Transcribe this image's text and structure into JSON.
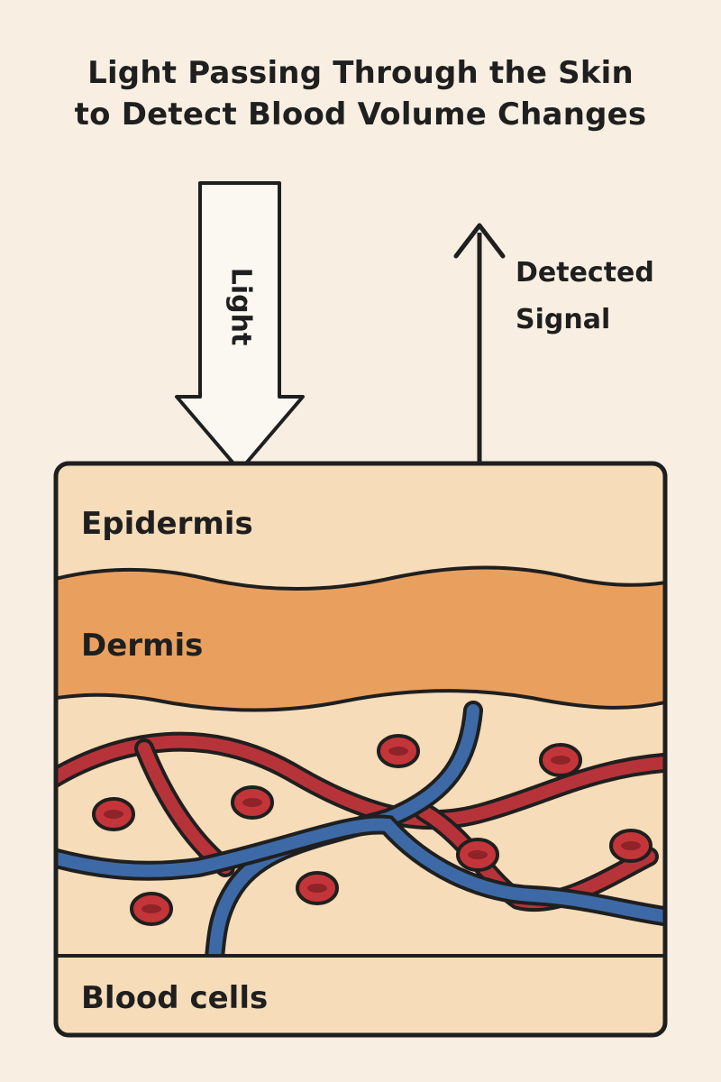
{
  "title": {
    "line1": "Light Passing Through the Skin",
    "line2": "to Detect Blood Volume Changes"
  },
  "arrows": {
    "light_label": "Light",
    "signal_line1": "Detected",
    "signal_line2": "Signal"
  },
  "layers": {
    "epidermis": "Epidermis",
    "dermis": "Dermis",
    "blood_cells": "Blood cells"
  },
  "colors": {
    "background": "#f8efe2",
    "skin": "#f6dcb8",
    "dermis": "#e9a05e",
    "artery": "#b7333a",
    "vein": "#3d6aa6",
    "blood_cell": "#c4353a",
    "outline": "#1f1f1f",
    "arrow_fill": "#fbf8f2"
  }
}
